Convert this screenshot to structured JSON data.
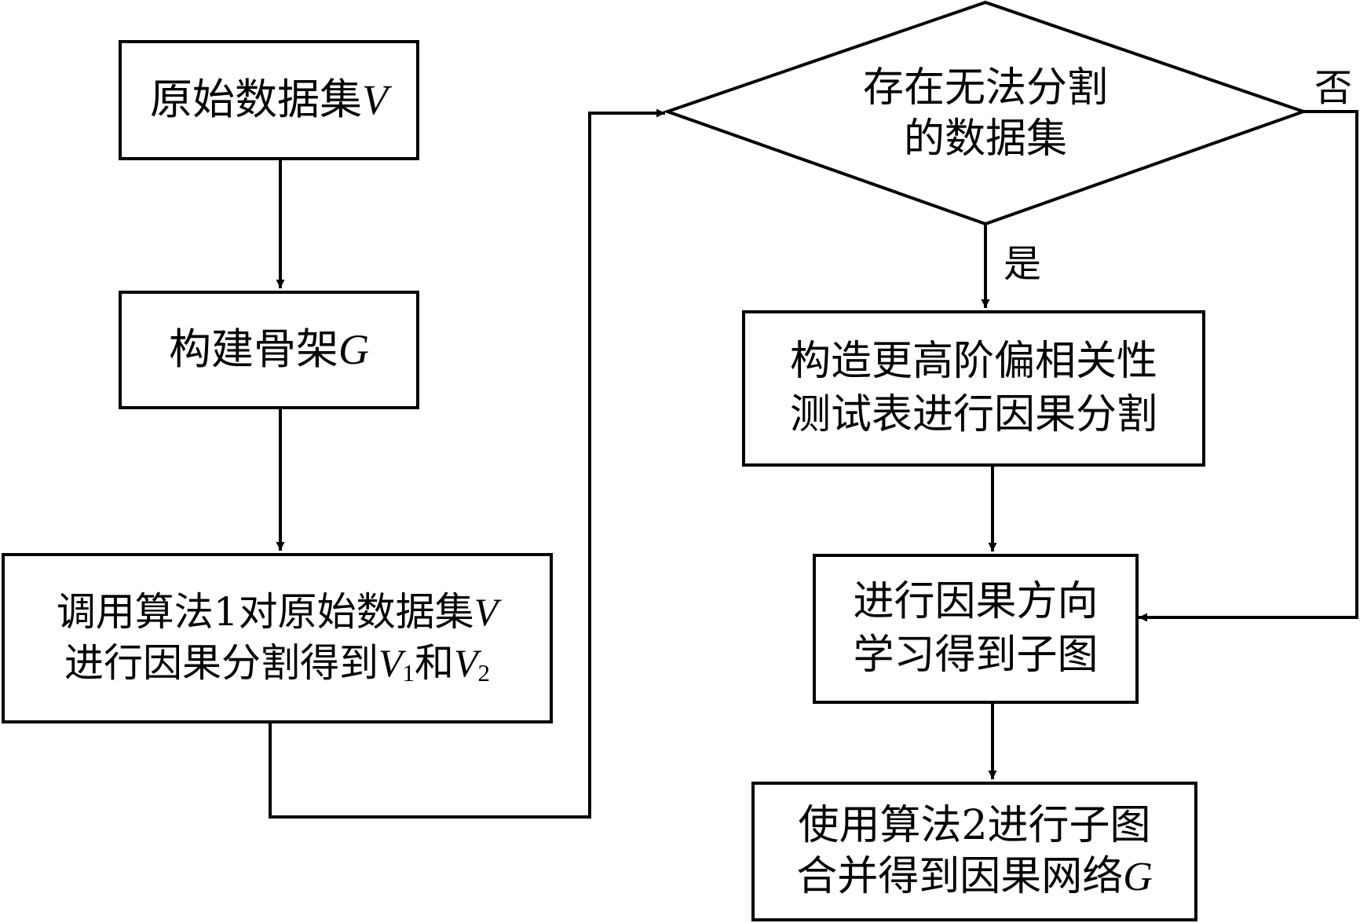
{
  "nodes": {
    "original_dataset": {
      "text": "原始数据集",
      "var": "V"
    },
    "build_skeleton": {
      "text": "构建骨架",
      "var": "G"
    },
    "algo1": {
      "line1_text": "调用算法1对原始数据集",
      "line1_var": "V",
      "line2_text": "进行因果分割得到",
      "v1_var": "V",
      "v1_sub": "1",
      "conj": "和",
      "v2_var": "V",
      "v2_sub": "2"
    },
    "decision": {
      "line1": "存在无法分割",
      "line2": "的数据集"
    },
    "higher_order": {
      "line1": "构造更高阶偏相关性",
      "line2": "测试表进行因果分割"
    },
    "direction": {
      "line1": "进行因果方向",
      "line2": "学习得到子图"
    },
    "merge": {
      "line1": "使用算法2进行子图",
      "line2_text": "合并得到因果网络",
      "line2_var": "G"
    }
  },
  "edge_labels": {
    "yes": "是",
    "no": "否"
  }
}
